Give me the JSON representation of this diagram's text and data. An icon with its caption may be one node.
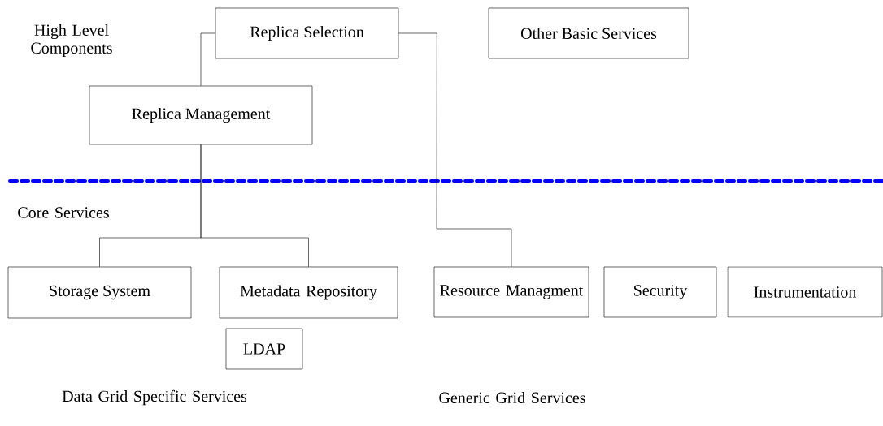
{
  "diagram": {
    "nodes": [
      {
        "text": [
          "Replica Selection"
        ]
      },
      {
        "text": [
          "Other Basic Services"
        ]
      },
      {
        "text": [
          "Replica Management"
        ]
      },
      {
        "text": [
          "Storage System"
        ]
      },
      {
        "text": [
          "Metadata Repository"
        ]
      },
      {
        "text": [
          "Resource Managment"
        ]
      },
      {
        "text": [
          "Security"
        ]
      },
      {
        "text": [
          "Instrumentation"
        ]
      },
      {
        "text": [
          "LDAP"
        ]
      }
    ],
    "edges": [
      {
        "from": 0,
        "to": 2,
        "arrow": "none"
      },
      {
        "from": 0,
        "to": 5,
        "arrow": "none"
      },
      {
        "from": 2,
        "to": 3,
        "arrow": "none"
      },
      {
        "from": 2,
        "to": 4,
        "arrow": "none"
      }
    ],
    "labels": [
      "High Level Components",
      "Core Services",
      "Data Grid Specific Services",
      "Generic Grid Services"
    ]
  }
}
